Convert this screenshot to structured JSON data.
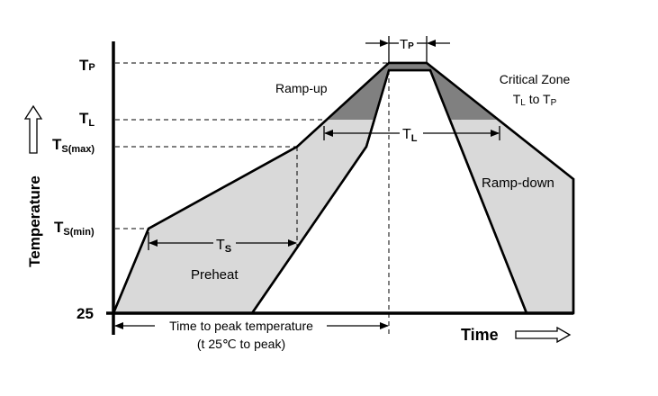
{
  "y_labels": {
    "tp": {
      "main": "T",
      "sub": "P"
    },
    "tl": {
      "main": "T",
      "sub": "L"
    },
    "ts_max": {
      "main": "T",
      "sub": "S(max)"
    },
    "ts_min": {
      "main": "T",
      "sub": "S(min)"
    },
    "base": "25"
  },
  "axis": {
    "y_title": "Temperature",
    "x_title": "Time"
  },
  "regions": {
    "ramp_up": "Ramp-up",
    "preheat": "Preheat",
    "ramp_down": "Ramp-down",
    "critical_zone": "Critical Zone",
    "critical_range": {
      "a": "T",
      "a_sub": "L",
      "mid": " to T",
      "b_sub": "P"
    }
  },
  "intervals": {
    "tp": {
      "main": "T",
      "sub": "P"
    },
    "tl": {
      "main": "T",
      "sub": "L"
    },
    "ts": {
      "main": "T",
      "sub": "S"
    },
    "time_to_peak": "Time to peak temperature",
    "time_to_peak_sub": "(t 25℃ to peak)"
  },
  "colors": {
    "zone_light": "#d9d9d9",
    "zone_dark": "#808080",
    "line": "#000000"
  }
}
